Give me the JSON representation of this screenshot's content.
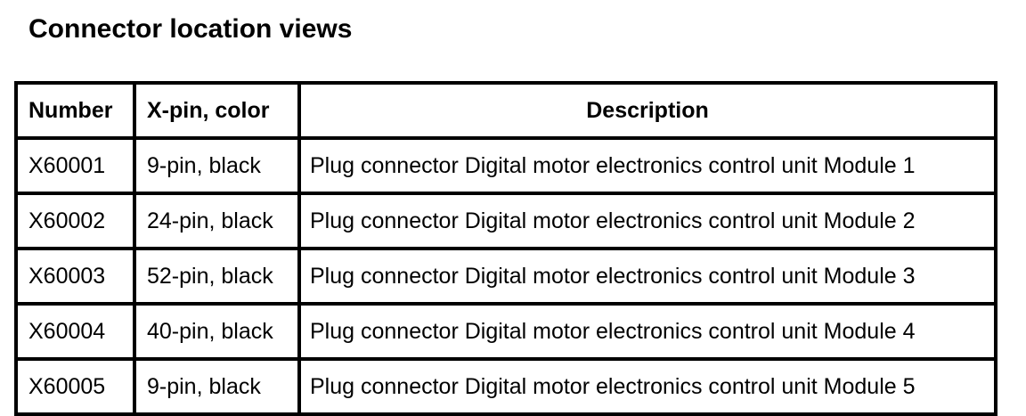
{
  "page": {
    "title": "Connector location views"
  },
  "table": {
    "headers": {
      "number": "Number",
      "pin_color": "X-pin, color",
      "description": "Description"
    },
    "rows": [
      {
        "number": "X60001",
        "pin_color": "9-pin, black",
        "description": "Plug connector Digital motor electronics control unit Module 1"
      },
      {
        "number": "X60002",
        "pin_color": "24-pin, black",
        "description": "Plug connector Digital motor electronics control unit Module 2"
      },
      {
        "number": "X60003",
        "pin_color": "52-pin, black",
        "description": "Plug connector Digital motor electronics control unit Module 3"
      },
      {
        "number": "X60004",
        "pin_color": "40-pin, black",
        "description": "Plug connector Digital motor electronics control unit Module 4"
      },
      {
        "number": "X60005",
        "pin_color": "9-pin, black",
        "description": "Plug connector Digital motor electronics control unit Module 5"
      }
    ]
  }
}
